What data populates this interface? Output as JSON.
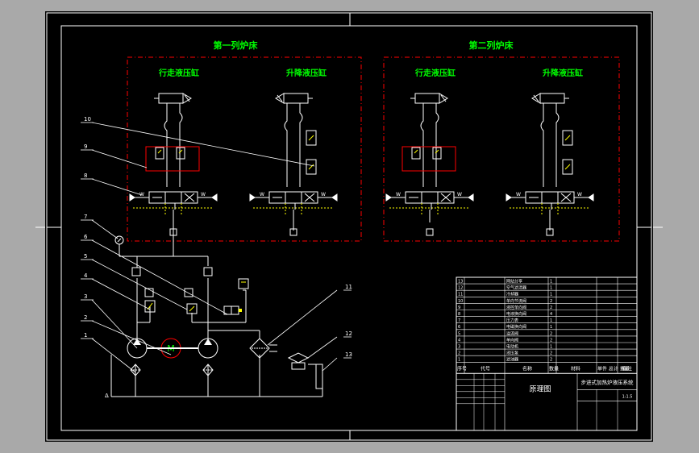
{
  "section_titles": {
    "first": "第一列炉床",
    "second": "第二列炉床"
  },
  "cylinder_labels": {
    "travel": "行走液压缸",
    "lift": "升降液压缸"
  },
  "callouts": [
    "1",
    "2",
    "3",
    "4",
    "5",
    "6",
    "7",
    "8",
    "9",
    "10",
    "11",
    "12",
    "13"
  ],
  "callout_value": "W",
  "bom_rows": [
    {
      "no": "13",
      "name": "网站分享",
      "qty": "1"
    },
    {
      "no": "12",
      "name": "空气滤清器",
      "qty": "1"
    },
    {
      "no": "11",
      "name": "冷却器",
      "qty": "1"
    },
    {
      "no": "10",
      "name": "单向节流阀",
      "qty": "2"
    },
    {
      "no": "9",
      "name": "液控单向阀",
      "qty": "2"
    },
    {
      "no": "8",
      "name": "电液换向阀",
      "qty": "4"
    },
    {
      "no": "7",
      "name": "压力表",
      "qty": "1"
    },
    {
      "no": "6",
      "name": "电磁换向阀",
      "qty": "1"
    },
    {
      "no": "5",
      "name": "溢流阀",
      "qty": "2"
    },
    {
      "no": "4",
      "name": "单向阀",
      "qty": "2"
    },
    {
      "no": "3",
      "name": "电动机",
      "qty": "1"
    },
    {
      "no": "2",
      "name": "液压泵",
      "qty": "2"
    },
    {
      "no": "1",
      "name": "滤油器",
      "qty": "2"
    }
  ],
  "bom_header": {
    "no": "序号",
    "code": "代号",
    "name": "名称",
    "qty": "数量",
    "material": "材料",
    "weight": "单件 总计 重量",
    "remark": "备注"
  },
  "title_block": {
    "drawing_name": "原理图",
    "project": "步进式加热炉液压系统",
    "scale": "1:1.5"
  },
  "colors": {
    "background": "#000000",
    "frame": "#ffffff",
    "title_text": "#00ff00",
    "dashed_box": "#ff0000",
    "leader": "#ffffff",
    "valve_detail": "#ffff00"
  }
}
